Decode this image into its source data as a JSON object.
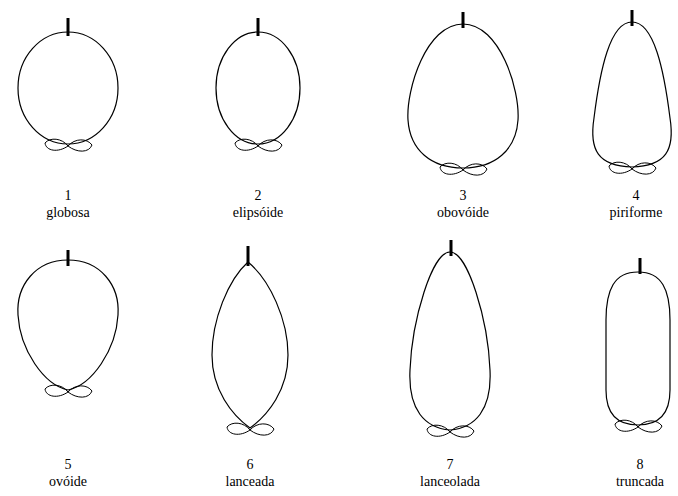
{
  "diagram": {
    "labels": [
      "1",
      "globosa",
      "2",
      "elipsóide",
      "3",
      "obovóide",
      "4",
      "piriforme",
      "5",
      "ovóide",
      "6",
      "lanceada",
      "7",
      "lanceolada",
      "8",
      "truncada"
    ]
  }
}
